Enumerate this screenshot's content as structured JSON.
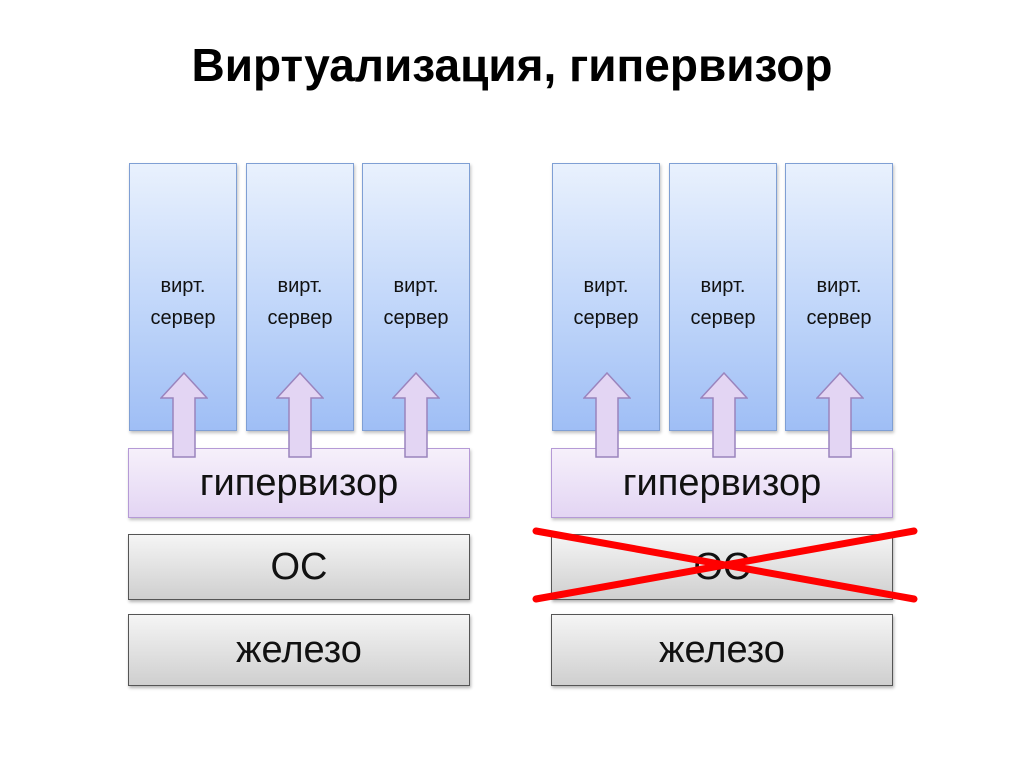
{
  "title": "Виртуализация, гипервизор",
  "left_stack": {
    "vms": [
      {
        "line1": "вирт.",
        "line2": "сервер"
      },
      {
        "line1": "вирт.",
        "line2": "сервер"
      },
      {
        "line1": "вирт.",
        "line2": "сервер"
      }
    ],
    "hypervisor": "гипервизор",
    "os": "ОС",
    "hardware": "железо"
  },
  "right_stack": {
    "vms": [
      {
        "line1": "вирт.",
        "line2": "сервер"
      },
      {
        "line1": "вирт.",
        "line2": "сервер"
      },
      {
        "line1": "вирт.",
        "line2": "сервер"
      }
    ],
    "hypervisor": "гипервизор",
    "os": "ОС",
    "hardware": "железо"
  },
  "colors": {
    "vm_fill": "#bcd3f9",
    "hypervisor_fill": "#e3d5f3",
    "arrow_fill": "#e3d5f3",
    "layer_fill": "#d9d9d9",
    "cross": "#ff0000"
  }
}
